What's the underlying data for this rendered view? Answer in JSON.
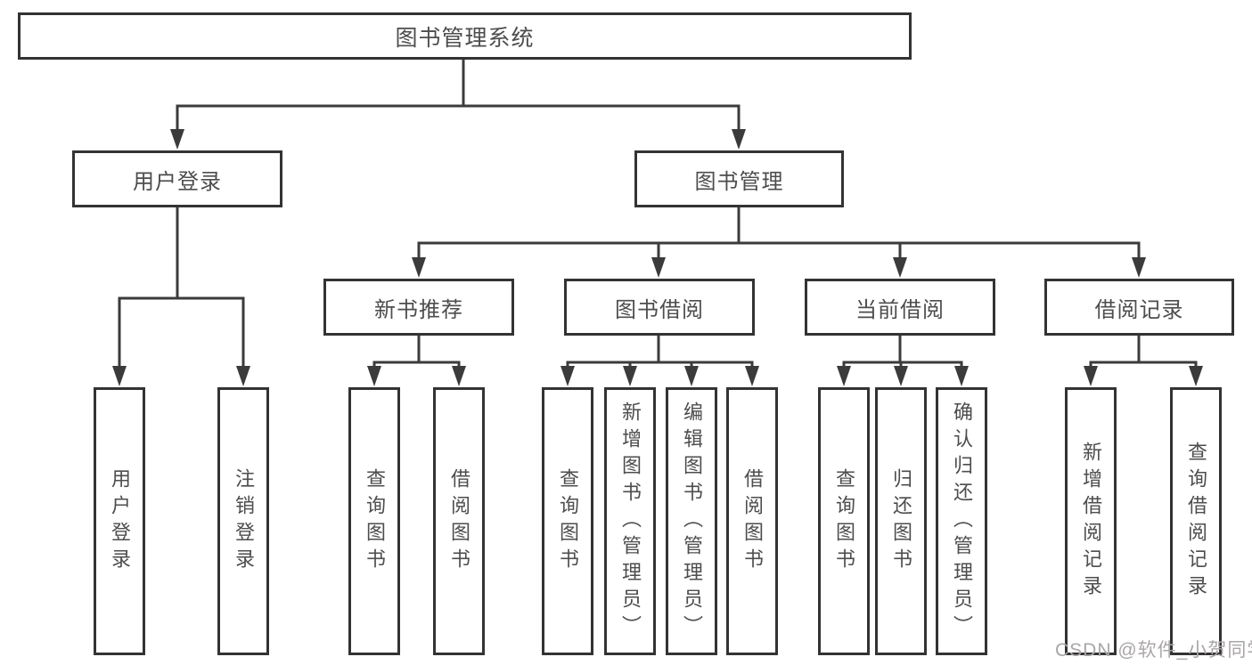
{
  "diagram": {
    "root": {
      "label": "图书管理系统"
    },
    "branches": [
      {
        "label": "用户登录",
        "children": [
          {
            "label": "用户登录"
          },
          {
            "label": "注销登录"
          }
        ]
      },
      {
        "label": "图书管理",
        "children": [
          {
            "label": "新书推荐",
            "children": [
              {
                "label": "查询图书"
              },
              {
                "label": "借阅图书"
              }
            ]
          },
          {
            "label": "图书借阅",
            "children": [
              {
                "label": "查询图书"
              },
              {
                "label": "新增图书（管理员）"
              },
              {
                "label": "编辑图书（管理员）"
              },
              {
                "label": "借阅图书"
              }
            ]
          },
          {
            "label": "当前借阅",
            "children": [
              {
                "label": "查询图书"
              },
              {
                "label": "归还图书"
              },
              {
                "label": "确认归还（管理员）"
              }
            ]
          },
          {
            "label": "借阅记录",
            "children": [
              {
                "label": "新增借阅记录"
              },
              {
                "label": "查询借阅记录"
              }
            ]
          }
        ]
      }
    ]
  },
  "watermark": {
    "text": "CSDN @软件_小贺同学"
  },
  "colors": {
    "line": "#3b3b3b",
    "box_border": "#333333",
    "text": "#4d4d4d",
    "watermark": "#aaa6a8",
    "background": "#ffffff"
  }
}
